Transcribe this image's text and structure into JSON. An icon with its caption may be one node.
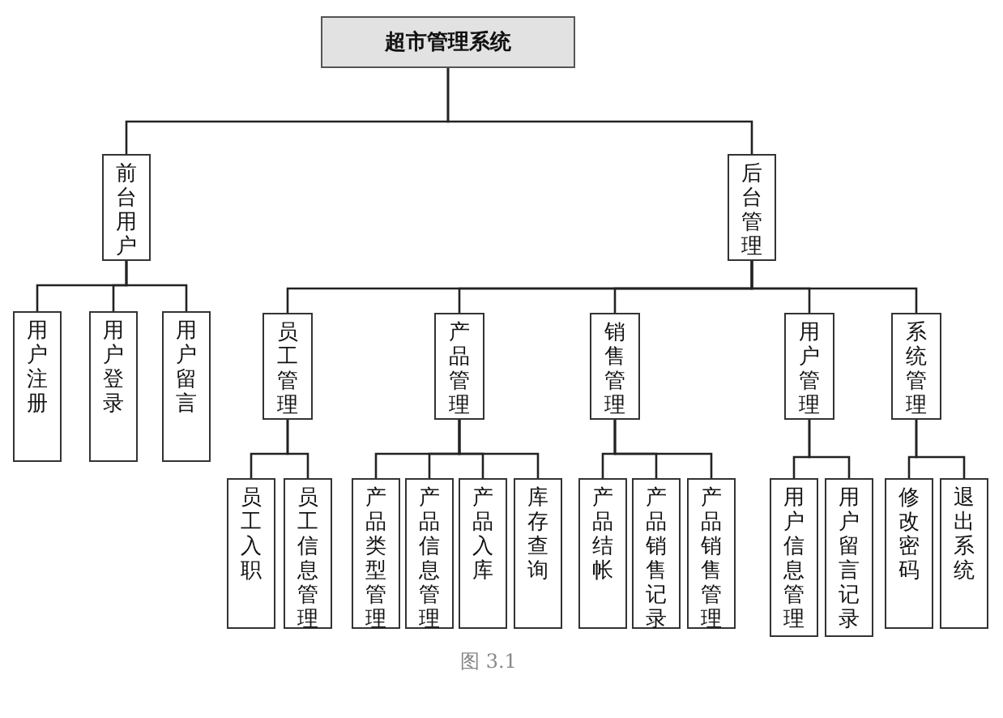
{
  "diagram": {
    "caption": "图 3.1",
    "nodes": [
      {
        "text": [
          "超市管理系统"
        ]
      },
      {
        "text": [
          "前台用户"
        ]
      },
      {
        "text": [
          "后台管理"
        ]
      },
      {
        "text": [
          "用户注册"
        ]
      },
      {
        "text": [
          "用户登录"
        ]
      },
      {
        "text": [
          "用户留言"
        ]
      },
      {
        "text": [
          "员工管理"
        ]
      },
      {
        "text": [
          "产品管理"
        ]
      },
      {
        "text": [
          "销售管理"
        ]
      },
      {
        "text": [
          "用户管理"
        ]
      },
      {
        "text": [
          "系统管理"
        ]
      },
      {
        "text": [
          "员工入职"
        ]
      },
      {
        "text": [
          "员工信息管理"
        ]
      },
      {
        "text": [
          "产品类型管理"
        ]
      },
      {
        "text": [
          "产品信息管理"
        ]
      },
      {
        "text": [
          "产品入库"
        ]
      },
      {
        "text": [
          "库存查询"
        ]
      },
      {
        "text": [
          "产品结帐"
        ]
      },
      {
        "text": [
          "产品销售记录"
        ]
      },
      {
        "text": [
          "产品销售管理"
        ]
      },
      {
        "text": [
          "用户信息管理"
        ]
      },
      {
        "text": [
          "用户留言记录"
        ]
      },
      {
        "text": [
          "修改密码"
        ]
      },
      {
        "text": [
          "退出系统"
        ]
      }
    ],
    "edges": [
      {
        "from": 0,
        "to": 1,
        "arrow": "none"
      },
      {
        "from": 0,
        "to": 2,
        "arrow": "none"
      },
      {
        "from": 1,
        "to": 3,
        "arrow": "none"
      },
      {
        "from": 1,
        "to": 4,
        "arrow": "none"
      },
      {
        "from": 1,
        "to": 5,
        "arrow": "none"
      },
      {
        "from": 2,
        "to": 6,
        "arrow": "none"
      },
      {
        "from": 2,
        "to": 7,
        "arrow": "none"
      },
      {
        "from": 2,
        "to": 8,
        "arrow": "none"
      },
      {
        "from": 2,
        "to": 9,
        "arrow": "none"
      },
      {
        "from": 2,
        "to": 10,
        "arrow": "none"
      },
      {
        "from": 6,
        "to": 11,
        "arrow": "none"
      },
      {
        "from": 6,
        "to": 12,
        "arrow": "none"
      },
      {
        "from": 7,
        "to": 13,
        "arrow": "none"
      },
      {
        "from": 7,
        "to": 14,
        "arrow": "none"
      },
      {
        "from": 7,
        "to": 15,
        "arrow": "none"
      },
      {
        "from": 7,
        "to": 16,
        "arrow": "none"
      },
      {
        "from": 8,
        "to": 17,
        "arrow": "none"
      },
      {
        "from": 8,
        "to": 18,
        "arrow": "none"
      },
      {
        "from": 8,
        "to": 19,
        "arrow": "none"
      },
      {
        "from": 9,
        "to": 20,
        "arrow": "none"
      },
      {
        "from": 9,
        "to": 21,
        "arrow": "none"
      },
      {
        "from": 10,
        "to": 22,
        "arrow": "none"
      },
      {
        "from": 10,
        "to": 23,
        "arrow": "none"
      }
    ]
  }
}
